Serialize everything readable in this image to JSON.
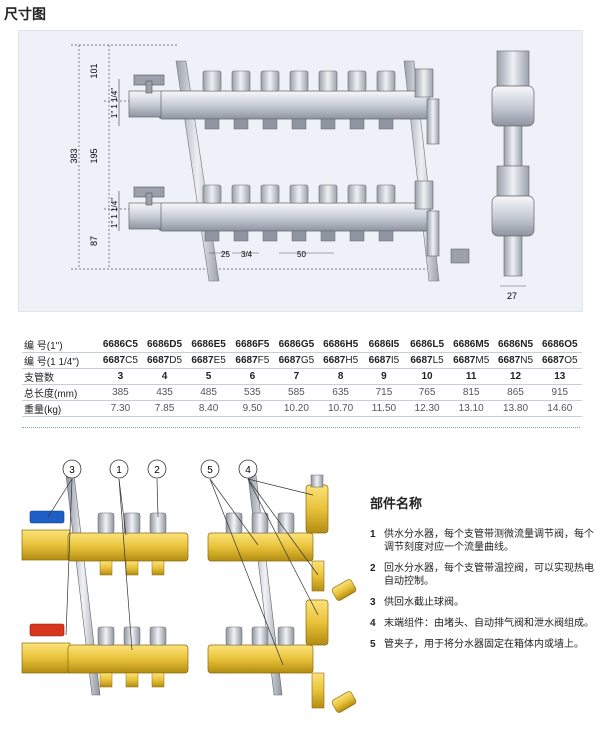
{
  "page": {
    "title": "尺寸图"
  },
  "dimensions": {
    "d101": "101",
    "d383": "383",
    "d195": "195",
    "d87": "87",
    "d25": "25",
    "d34": "3/4",
    "d50": "50",
    "d27": "27",
    "thread1": "1\" 1 1/4\"",
    "thread2": "1\" 1 1/4\""
  },
  "table": {
    "headers": [
      "编    号(1\")",
      "编    号(1 1/4\")",
      "支管数",
      "总长度(mm)",
      "重量(kg)"
    ],
    "model_prefix_1": "6686",
    "model_prefix_2": "6687",
    "model_suffix_1": [
      "C5",
      "D5",
      "E5",
      "F5",
      "G5",
      "H5",
      "I5",
      "L5",
      "M5",
      "N5",
      "O5"
    ],
    "model_suffix_2": [
      "C5",
      "D5",
      "E5",
      "F5",
      "G5",
      "H5",
      "I5",
      "L5",
      "M5",
      "N5",
      "O5"
    ],
    "branches": [
      "3",
      "4",
      "5",
      "6",
      "7",
      "8",
      "9",
      "10",
      "11",
      "12",
      "13"
    ],
    "length": [
      "385",
      "435",
      "485",
      "535",
      "585",
      "635",
      "715",
      "765",
      "815",
      "865",
      "915"
    ],
    "weight": [
      "7.30",
      "7.85",
      "8.40",
      "9.50",
      "10.20",
      "10.70",
      "11.50",
      "12.30",
      "13.10",
      "13.80",
      "14.60"
    ]
  },
  "callouts": [
    "3",
    "1",
    "2",
    "5",
    "4"
  ],
  "legend": {
    "title": "部件名称",
    "items": [
      {
        "num": "1",
        "text": "供水分水器，每个支管带测微流量调节阀，每个调节刻度对应一个流量曲线。"
      },
      {
        "num": "2",
        "text": "回水分水器，每个支管带温控阀，可以实现热电自动控制。"
      },
      {
        "num": "3",
        "text": "供回水截止球阀。"
      },
      {
        "num": "4",
        "text": "末端组件：由堵头、自动排气阀和泄水阀组成。"
      },
      {
        "num": "5",
        "text": "管夹子，用于将分水器固定在箱体内或墙上。"
      }
    ]
  },
  "colors": {
    "brass": "#e8c23a",
    "panel": "#eef1f8",
    "blue_handle": "#1f5fc4",
    "red_handle": "#d8361e"
  }
}
